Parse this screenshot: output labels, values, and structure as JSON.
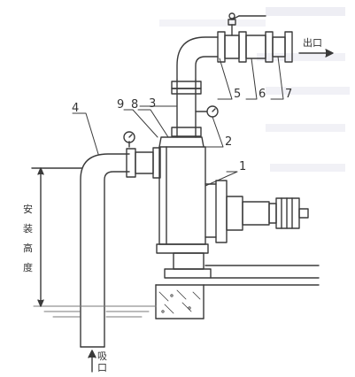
{
  "outlet_label": "出口",
  "inlet_label": "吸口",
  "height_label_chars": [
    "安",
    "装",
    "高",
    "度"
  ],
  "callouts": [
    "1",
    "2",
    "3",
    "4",
    "5",
    "6",
    "7",
    "8",
    "9"
  ],
  "colors": {
    "line": "#3a3a3a",
    "paper": "#ffffff",
    "ghost": "#d9d9e6",
    "water": "#7a7a7a"
  }
}
